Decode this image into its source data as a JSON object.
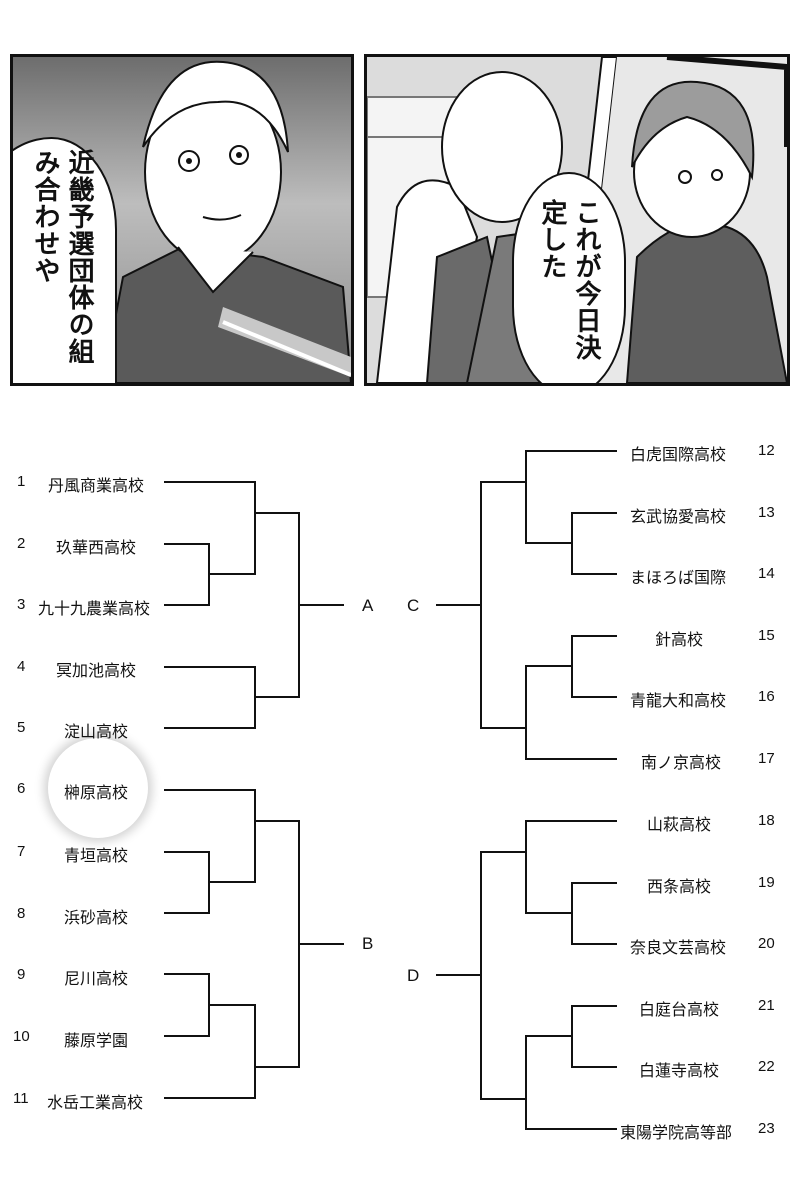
{
  "panels": [
    {
      "id": "panel-1",
      "speech": "近畿予選団体の組み合わせや"
    },
    {
      "id": "panel-2",
      "speech": "これが今日決定した"
    }
  ],
  "bracket": {
    "groups": [
      "A",
      "B",
      "C",
      "D"
    ],
    "left": [
      {
        "num": "1",
        "name": "丹風商業高校"
      },
      {
        "num": "2",
        "name": "玖華西高校"
      },
      {
        "num": "3",
        "name": "九十九農業高校"
      },
      {
        "num": "4",
        "name": "冥加池高校"
      },
      {
        "num": "5",
        "name": "淀山高校"
      },
      {
        "num": "6",
        "name": "榊原高校"
      },
      {
        "num": "7",
        "name": "青垣高校"
      },
      {
        "num": "8",
        "name": "浜砂高校"
      },
      {
        "num": "9",
        "name": "尼川高校"
      },
      {
        "num": "10",
        "name": "藤原学園"
      },
      {
        "num": "11",
        "name": "水岳工業高校"
      }
    ],
    "right": [
      {
        "num": "12",
        "name": "白虎国際高校"
      },
      {
        "num": "13",
        "name": "玄武協愛高校"
      },
      {
        "num": "14",
        "name": "まほろば国際"
      },
      {
        "num": "15",
        "name": "針高校"
      },
      {
        "num": "16",
        "name": "青龍大和高校"
      },
      {
        "num": "17",
        "name": "南ノ京高校"
      },
      {
        "num": "18",
        "name": "山萩高校"
      },
      {
        "num": "19",
        "name": "西条高校"
      },
      {
        "num": "20",
        "name": "奈良文芸高校"
      },
      {
        "num": "21",
        "name": "白庭台高校"
      },
      {
        "num": "22",
        "name": "白蓮寺高校"
      },
      {
        "num": "23",
        "name": "東陽学院高等部"
      }
    ],
    "highlighted": "榊原高校"
  }
}
